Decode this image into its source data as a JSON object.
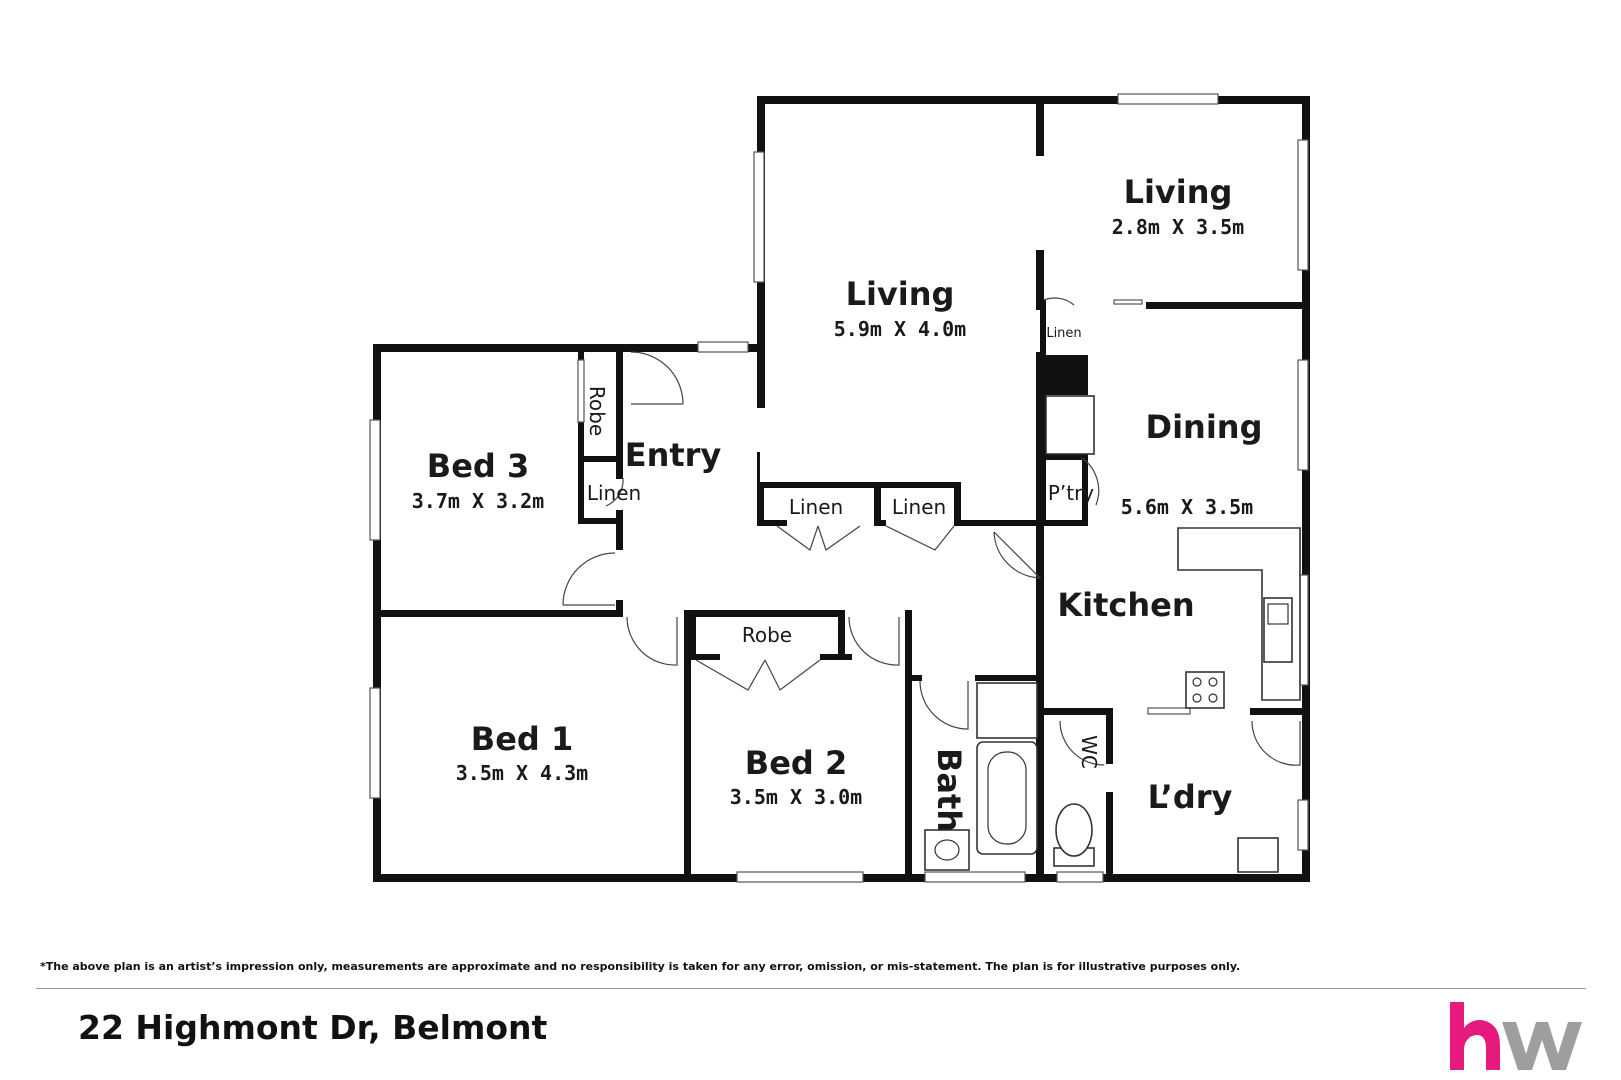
{
  "rooms": [
    {
      "key": "living_large",
      "name": "Living",
      "dims": "5.9m X 4.0m"
    },
    {
      "key": "living_small",
      "name": "Living",
      "dims": "2.8m X 3.5m"
    },
    {
      "key": "dining",
      "name": "Dining",
      "dims": "5.6m X 3.5m"
    },
    {
      "key": "kitchen",
      "name": "Kitchen",
      "dims": ""
    },
    {
      "key": "bed3",
      "name": "Bed 3",
      "dims": "3.7m X 3.2m"
    },
    {
      "key": "bed1",
      "name": "Bed 1",
      "dims": "3.5m X 4.3m"
    },
    {
      "key": "bed2",
      "name": "Bed 2",
      "dims": "3.5m X 3.0m"
    },
    {
      "key": "entry",
      "name": "Entry",
      "dims": ""
    },
    {
      "key": "bath",
      "name": "Bath",
      "dims": ""
    },
    {
      "key": "laundry",
      "name": "L’dry",
      "dims": ""
    }
  ],
  "small_labels": {
    "robe_bed3": "Robe",
    "linen_bed3": "Linen",
    "linen_hall_1": "Linen",
    "linen_hall_2": "Linen",
    "linen_living": "Linen",
    "pantry": "P’try",
    "robe_bed2": "Robe",
    "wc": "WC"
  },
  "disclaimer": "*The above plan is an artist’s impression only, measurements are approximate and no responsibility is taken for any error, omission, or mis-statement. The plan is for illustrative purposes only.",
  "address": "22 Highmont Dr, Belmont",
  "brand": {
    "logo_text": "hw",
    "colors": {
      "h": "#e6197d",
      "w": "#9e9e9e"
    }
  }
}
